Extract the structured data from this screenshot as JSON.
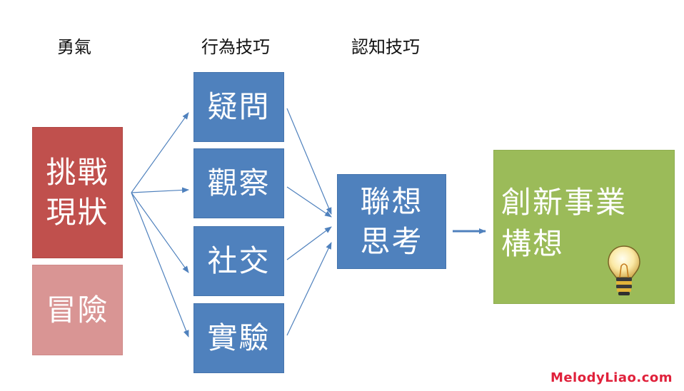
{
  "headings": {
    "courage": "勇氣",
    "behavior": "行為技巧",
    "cognitive": "認知技巧"
  },
  "courage_boxes": {
    "challenge_line1": "挑戰",
    "challenge_line2": "現狀",
    "risk": "冒險"
  },
  "behavior_boxes": {
    "question": "疑問",
    "observe": "觀察",
    "network": "社交",
    "experiment": "實驗"
  },
  "cognitive_box": {
    "line1": "聯想",
    "line2": "思考"
  },
  "result_box": {
    "line1": "創新事業",
    "line2": "構想"
  },
  "watermark": "MelodyLiao.com",
  "colors": {
    "red": "#c0504d",
    "pink": "#d99594",
    "blue": "#4f81bd",
    "green": "#9bbb59",
    "arrow": "#4f81bd",
    "watermark": "#e0213b"
  }
}
